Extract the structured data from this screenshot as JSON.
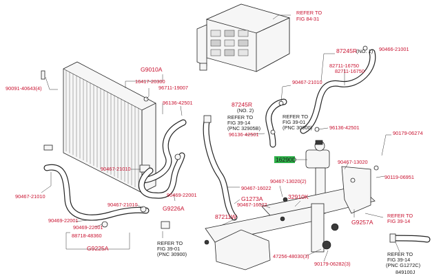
{
  "labels": {
    "refer_fig_84_31": [
      "REFER TO",
      "FIG 84-31"
    ],
    "g9010a": "G9010A",
    "p90091_40643": "90091-40643(4)",
    "p16417_20300": "16417-20300",
    "p96711_19007": "96711-19007",
    "p96136_42501_a": "96136-42501",
    "p87245r_no1": "87245R",
    "p87245r_no1_suffix": "(NO. 1)",
    "p90466_21001": "90466-21001",
    "p82711_16750_a": "82711-16750",
    "p82711_16750_b": "82711-16750",
    "p90467_21010_top": "90467-21010",
    "p87245r_no2": [
      "87245R",
      "(NO. 2)"
    ],
    "refer_39_14_a": [
      "REFER TO",
      "FIG 39-14",
      "(PNC 32905B)"
    ],
    "refer_39_01_a": [
      "REFER TO",
      "FIG 39-01",
      "(PNC 30900)"
    ],
    "p96136_42501_b": "96136-42501",
    "p96136_42501_c": "96136-42501",
    "p90179_06274": "90179-06274",
    "p16290d": "16290D",
    "p90467_13020": "90467-13020",
    "p90467_21010_mid": "90467-21010",
    "p90469_22001_a": "90469-22001",
    "g9226a": "G9226A",
    "p90467_21010_left": "90467-21010",
    "p90467_16022": "90467-16022",
    "p90467_13020_2": "90467-13020(2)",
    "p90119_06951": "90119-06951",
    "g1273a": "G1273A",
    "p32910k": "32910K",
    "p90467_16022_b": "90467-16022",
    "p90467_21010_low": "90467-21010",
    "p90469_22001_b": "90469-22001",
    "p90469_22001_c": "90469-22001",
    "p88718_48360": "88718-48360",
    "g9225a": "G9225A",
    "p87211w": "87211W",
    "g9257a": "G9257A",
    "refer_39_14_b": [
      "REFER TO",
      "FIG 39-14"
    ],
    "refer_39_01_b": [
      "REFER TO",
      "FIG 39-01",
      "(PNC 30900)"
    ],
    "p47256_48030": "47256-48030(3)",
    "p90179_06282": "90179-06282(3)",
    "refer_39_14_c": [
      "REFER TO",
      "FIG 39-14",
      "(PNC G1272C)"
    ],
    "diagram_id": "849100J"
  },
  "colors": {
    "label_red": "#c8102e",
    "highlight_green": "#2fb14a",
    "line": "#222222"
  }
}
